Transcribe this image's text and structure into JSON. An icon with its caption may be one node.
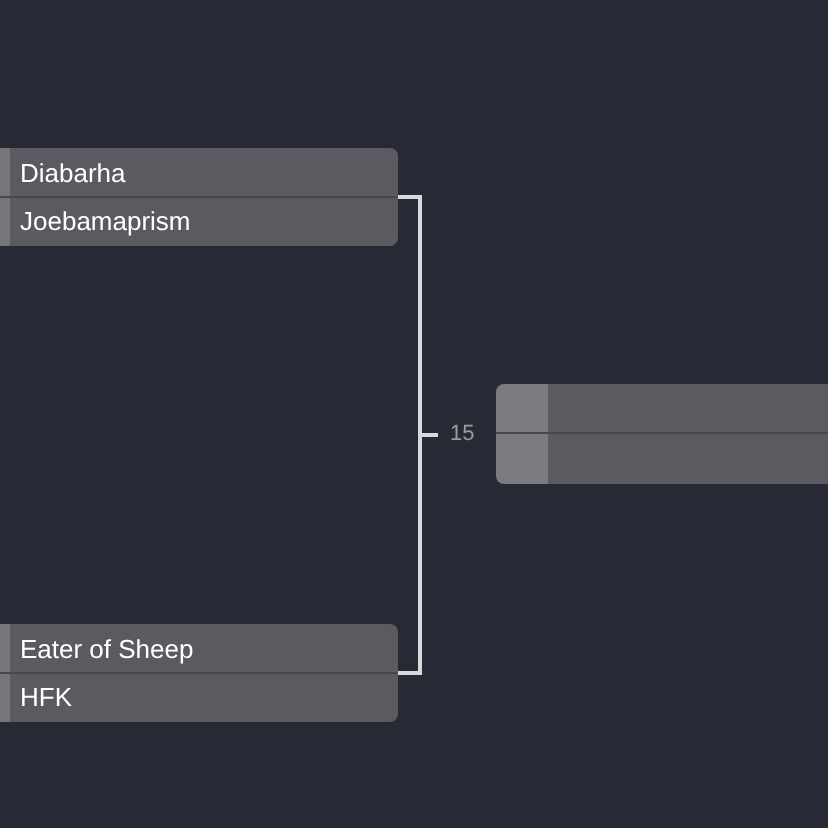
{
  "diagram": {
    "nodes": [
      {
        "text": [
          "Diabarha",
          "Joebamaprism"
        ]
      },
      {
        "text": [
          "15"
        ]
      },
      {
        "text": [],
        "shape": "box"
      },
      {
        "text": [
          "Eater of Sheep",
          "HFK"
        ]
      }
    ],
    "edges": [
      {
        "from": 0,
        "to": 1,
        "arrow": "none"
      },
      {
        "from": 3,
        "to": 1,
        "arrow": "none"
      }
    ]
  }
}
